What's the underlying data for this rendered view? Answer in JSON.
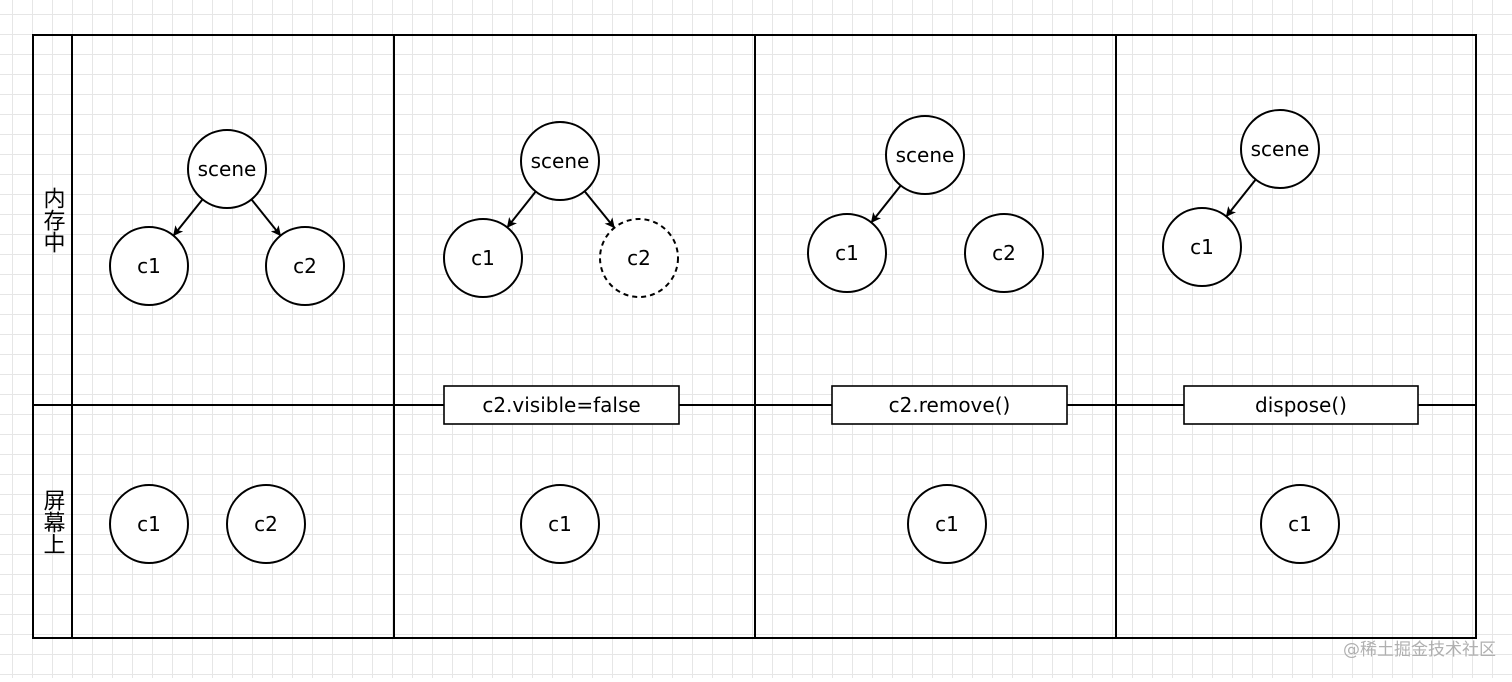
{
  "row_labels": {
    "memory": "内存中",
    "screen": "屏幕上"
  },
  "panels": [
    {
      "memory": {
        "nodes": [
          {
            "id": "scene",
            "label": "scene"
          },
          {
            "id": "c1",
            "label": "c1"
          },
          {
            "id": "c2",
            "label": "c2"
          }
        ],
        "edges": [
          [
            "scene",
            "c1"
          ],
          [
            "scene",
            "c2"
          ]
        ]
      },
      "screen": {
        "nodes": [
          {
            "id": "c1",
            "label": "c1"
          },
          {
            "id": "c2",
            "label": "c2"
          }
        ]
      }
    },
    {
      "operation": "c2.visible=false",
      "memory": {
        "nodes": [
          {
            "id": "scene",
            "label": "scene"
          },
          {
            "id": "c1",
            "label": "c1"
          },
          {
            "id": "c2",
            "label": "c2",
            "style": "dashed"
          }
        ],
        "edges": [
          [
            "scene",
            "c1"
          ],
          [
            "scene",
            "c2"
          ]
        ]
      },
      "screen": {
        "nodes": [
          {
            "id": "c1",
            "label": "c1"
          }
        ]
      }
    },
    {
      "operation": "c2.remove()",
      "memory": {
        "nodes": [
          {
            "id": "scene",
            "label": "scene"
          },
          {
            "id": "c1",
            "label": "c1"
          },
          {
            "id": "c2",
            "label": "c2"
          }
        ],
        "edges": [
          [
            "scene",
            "c1"
          ]
        ]
      },
      "screen": {
        "nodes": [
          {
            "id": "c1",
            "label": "c1"
          }
        ]
      }
    },
    {
      "operation": "dispose()",
      "memory": {
        "nodes": [
          {
            "id": "scene",
            "label": "scene"
          },
          {
            "id": "c1",
            "label": "c1"
          }
        ],
        "edges": [
          [
            "scene",
            "c1"
          ]
        ]
      },
      "screen": {
        "nodes": [
          {
            "id": "c1",
            "label": "c1"
          }
        ]
      }
    }
  ],
  "watermark": "@稀土掘金技术社区"
}
